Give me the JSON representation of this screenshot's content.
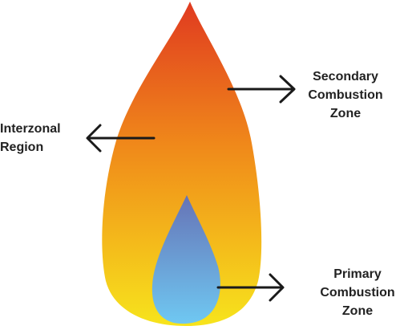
{
  "diagram": {
    "colors": {
      "outer_flame_top": "#e03a20",
      "outer_flame_mid": "#f08a1a",
      "outer_flame_bottom": "#f7e41c",
      "inner_flame_top": "#6673b6",
      "inner_flame_bottom": "#6fc8f2",
      "arrow": "#1a1a1a",
      "text": "#222222"
    },
    "labels": {
      "secondary": {
        "line1": "Secondary",
        "line2": "Combustion",
        "line3": "Zone"
      },
      "interzonal": {
        "line1": "Interzonal",
        "line2": "Region"
      },
      "primary": {
        "line1": "Primary",
        "line2": "Combustion",
        "line3": "Zone"
      }
    },
    "arrows": [
      {
        "id": "secondary",
        "direction": "right"
      },
      {
        "id": "interzonal",
        "direction": "left"
      },
      {
        "id": "primary",
        "direction": "right"
      }
    ]
  }
}
